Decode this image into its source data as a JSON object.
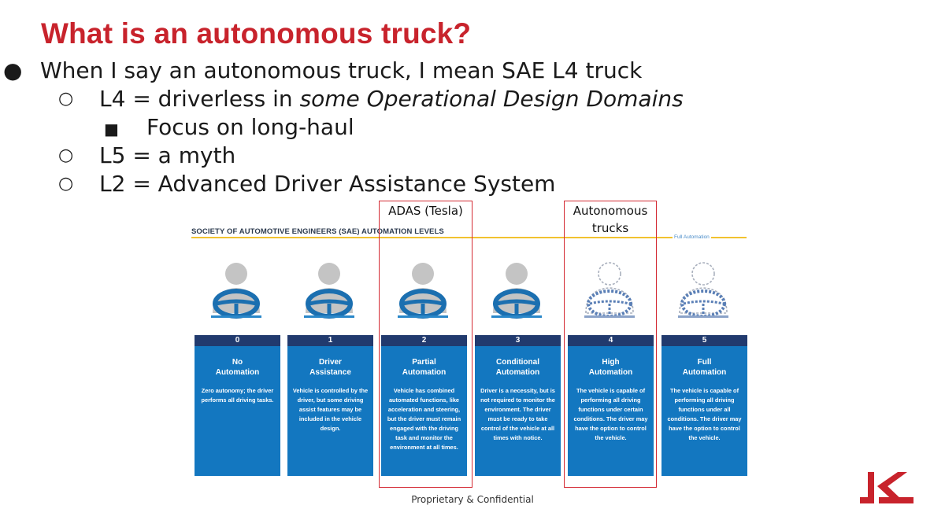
{
  "slide": {
    "title": "What is an autonomous truck?",
    "bullets": {
      "main": "When I say an autonomous truck, I mean SAE L4 truck",
      "l4_prefix": "L4 = driverless in ",
      "l4_italic": "some Operational Design Domains",
      "l4_sub": "Focus on long-haul",
      "l5": "L5 = a myth",
      "l2": "L2 = Advanced Driver Assistance System"
    },
    "markers": {
      "level1": "●",
      "level2": "○",
      "level3": "■"
    },
    "annotations": {
      "adas": "ADAS (Tesla)",
      "trucks": "Autonomous\ntrucks"
    },
    "footer": "Proprietary & Confidential",
    "colors": {
      "title_red": "#c8232c",
      "box_red": "#d42a33",
      "card_blue": "#1377c0",
      "card_navy": "#213a6e",
      "gold": "#f2c230"
    }
  },
  "figure": {
    "heading": "SOCIETY OF AUTOMOTIVE ENGINEERS (SAE) AUTOMATION LEVELS",
    "full_automation": "Full Automation",
    "levels": [
      {
        "num": "0",
        "name": "No\nAutomation",
        "desc": "Zero autonomy; the driver performs all driving tasks.",
        "icon": "driver-steering-wheel-icon"
      },
      {
        "num": "1",
        "name": "Driver\nAssistance",
        "desc": "Vehicle is controlled by the driver, but some driving assist features may be included in the vehicle design.",
        "icon": "driver-steering-wheel-icon"
      },
      {
        "num": "2",
        "name": "Partial\nAutomation",
        "desc": "Vehicle has combined automated functions, like acceleration and steering, but the driver must remain engaged with the driving task and monitor the environment at all times.",
        "icon": "driver-steering-wheel-icon"
      },
      {
        "num": "3",
        "name": "Conditional\nAutomation",
        "desc": "Driver is a necessity, but is not required to monitor the environment. The driver must be ready to take control of the vehicle at all times with notice.",
        "icon": "driver-steering-wheel-icon"
      },
      {
        "num": "4",
        "name": "High\nAutomation",
        "desc": "The vehicle is capable of performing all driving functions under certain conditions. The driver may have the option to control the vehicle.",
        "icon": "dashed-driver-icon"
      },
      {
        "num": "5",
        "name": "Full\nAutomation",
        "desc": "The vehicle is capable of performing all driving functions under all conditions. The driver may have the option to control the vehicle.",
        "icon": "dashed-driver-icon"
      }
    ]
  }
}
